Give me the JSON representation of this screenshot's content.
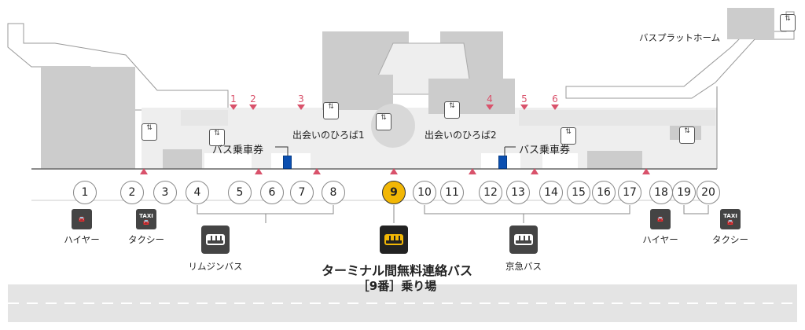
{
  "map": {
    "bus_platform_label": "バスプラットホーム",
    "halls": [
      "出会いのひろば1",
      "出会いのひろば2"
    ],
    "ticket_labels": [
      "バス乗車券",
      "バス乗車券"
    ],
    "doors": [
      "1",
      "2",
      "3",
      "4",
      "5",
      "6"
    ],
    "stops": [
      "1",
      "2",
      "3",
      "4",
      "5",
      "6",
      "7",
      "8",
      "9",
      "10",
      "11",
      "12",
      "13",
      "14",
      "15",
      "16",
      "17",
      "18",
      "19",
      "20"
    ],
    "active_stop": "9",
    "services": {
      "hire_left": "ハイヤー",
      "taxi_left": "タクシー",
      "taxi_badge": "TAXI",
      "limousine": "リムジンバス",
      "keikyu": "京急バス",
      "hire_right": "ハイヤー",
      "taxi_right": "タクシー",
      "free_bus_title": "ターミナル間無料連絡バス",
      "free_bus_sub": "［9番］乗り場"
    },
    "colors": {
      "accent": "#f2b705",
      "door": "#d9526b",
      "ticket": "#0b4fb0"
    }
  }
}
